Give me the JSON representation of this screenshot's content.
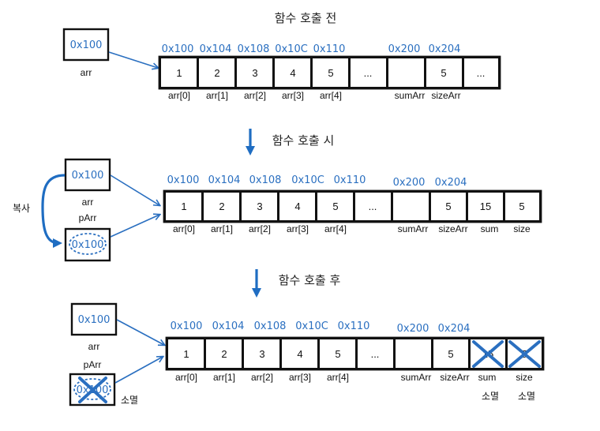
{
  "stages": [
    {
      "title": "함수 호출 전",
      "pointer": {
        "value": "0x100",
        "label": "arr"
      },
      "addresses": [
        "0x100",
        "0x104",
        "0x108",
        "0x10C",
        "0x110",
        "0x200",
        "0x204"
      ],
      "cells": [
        {
          "value": "1",
          "label": "arr[0]"
        },
        {
          "value": "2",
          "label": "arr[1]"
        },
        {
          "value": "3",
          "label": "arr[2]"
        },
        {
          "value": "4",
          "label": "arr[3]"
        },
        {
          "value": "5",
          "label": "arr[4]"
        },
        {
          "value": "...",
          "label": ""
        },
        {
          "value": "",
          "label": "sumArr"
        },
        {
          "value": "5",
          "label": "sizeArr"
        },
        {
          "value": "...",
          "label": ""
        }
      ]
    },
    {
      "title": "함수 호출 시",
      "pointer": {
        "value": "0x100",
        "label": "arr"
      },
      "copy_pointer": {
        "value": "0x100",
        "label": "pArr"
      },
      "copy_label": "복사",
      "addresses": [
        "0x100",
        "0x104",
        "0x108",
        "0x10C",
        "0x110",
        "0x200",
        "0x204"
      ],
      "cells": [
        {
          "value": "1",
          "label": "arr[0]"
        },
        {
          "value": "2",
          "label": "arr[1]"
        },
        {
          "value": "3",
          "label": "arr[2]"
        },
        {
          "value": "4",
          "label": "arr[3]"
        },
        {
          "value": "5",
          "label": "arr[4]"
        },
        {
          "value": "...",
          "label": ""
        },
        {
          "value": "",
          "label": "sumArr"
        },
        {
          "value": "5",
          "label": "sizeArr"
        },
        {
          "value": "15",
          "label": "sum"
        },
        {
          "value": "5",
          "label": "size"
        }
      ]
    },
    {
      "title": "함수 호출 후",
      "pointer": {
        "value": "0x100",
        "label": "arr"
      },
      "copy_pointer": {
        "value": "0x100",
        "label": "pArr"
      },
      "destroyed_label": "소멸",
      "addresses": [
        "0x100",
        "0x104",
        "0x108",
        "0x10C",
        "0x110",
        "0x200",
        "0x204"
      ],
      "cells": [
        {
          "value": "1",
          "label": "arr[0]"
        },
        {
          "value": "2",
          "label": "arr[1]"
        },
        {
          "value": "3",
          "label": "arr[2]"
        },
        {
          "value": "4",
          "label": "arr[3]"
        },
        {
          "value": "5",
          "label": "arr[4]"
        },
        {
          "value": "...",
          "label": ""
        },
        {
          "value": "",
          "label": "sumArr"
        },
        {
          "value": "5",
          "label": "sizeArr"
        },
        {
          "value": "15",
          "label": "sum"
        },
        {
          "value": "5",
          "label": "size"
        }
      ]
    }
  ],
  "colors": {
    "accent": "#2a6fc0",
    "ink": "#111111"
  }
}
